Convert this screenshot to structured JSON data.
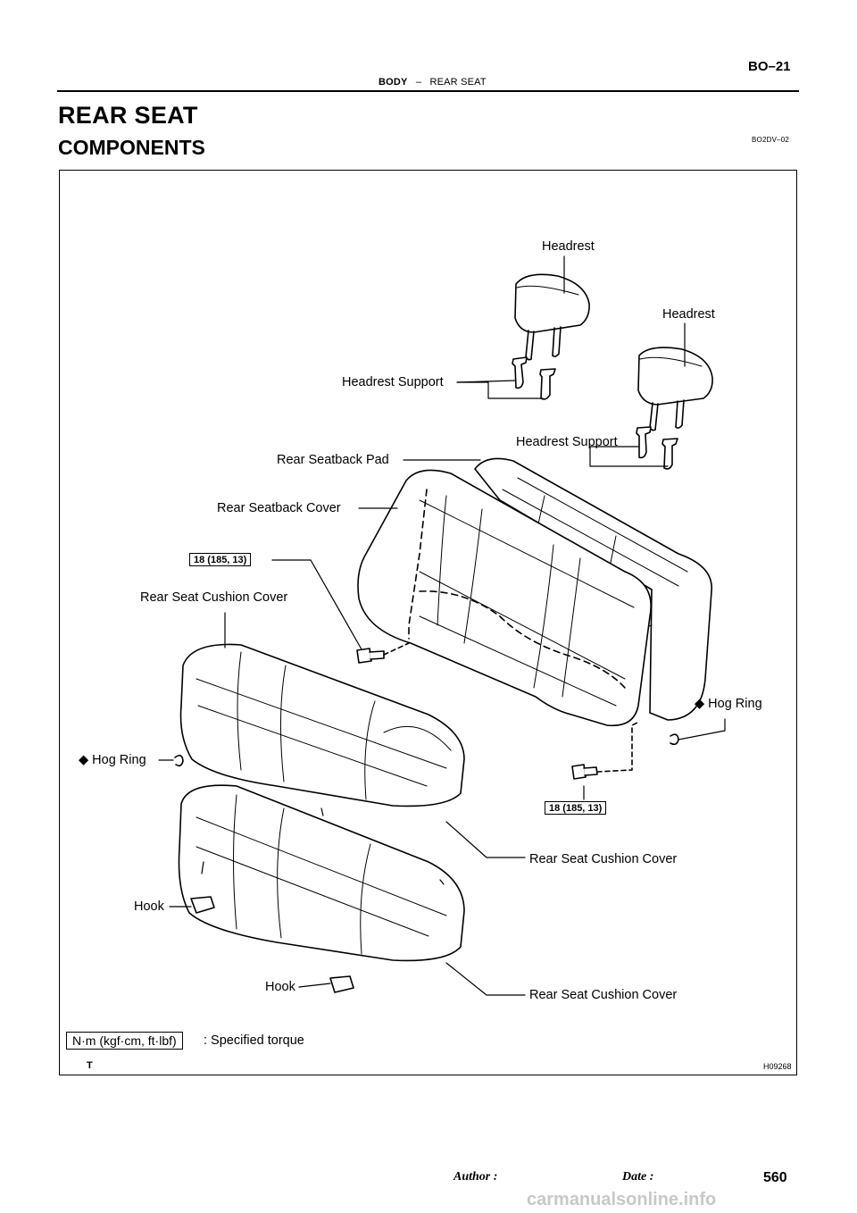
{
  "header": {
    "section": "BODY",
    "dash": "–",
    "subsection": "REAR SEAT",
    "page_code": "BO–21"
  },
  "title": "REAR SEAT",
  "subtitle": "COMPONENTS",
  "doc_ref": "BO2DV–02",
  "labels": {
    "headrest_1": "Headrest",
    "headrest_2": "Headrest",
    "headrest_support_1": "Headrest Support",
    "headrest_support_2": "Headrest Support",
    "seatback_pad": "Rear Seatback Pad",
    "seatback_cover": "Rear Seatback Cover",
    "cushion_cover_top": "Rear Seat Cushion Cover",
    "hog_ring_left": "◆ Hog Ring",
    "hog_ring_right": "◆ Hog Ring",
    "cushion_cover_mid": "Rear Seat Cushion Cover",
    "cushion_cover_bottom": "Rear Seat Cushion Cover",
    "hook_1": "Hook",
    "hook_2": "Hook"
  },
  "torque": {
    "upper": "18 (185, 13)",
    "lower": "18 (185, 13)"
  },
  "legend": {
    "unit_box": "N·m (kgf·cm, ft·lbf)",
    "description": ": Specified torque"
  },
  "figure_id": "H09268",
  "figure_mark": "T",
  "footer": {
    "author_label": "Author :",
    "date_label": "Date :",
    "page_number": "560"
  },
  "watermark": "carmanualsonline.info"
}
